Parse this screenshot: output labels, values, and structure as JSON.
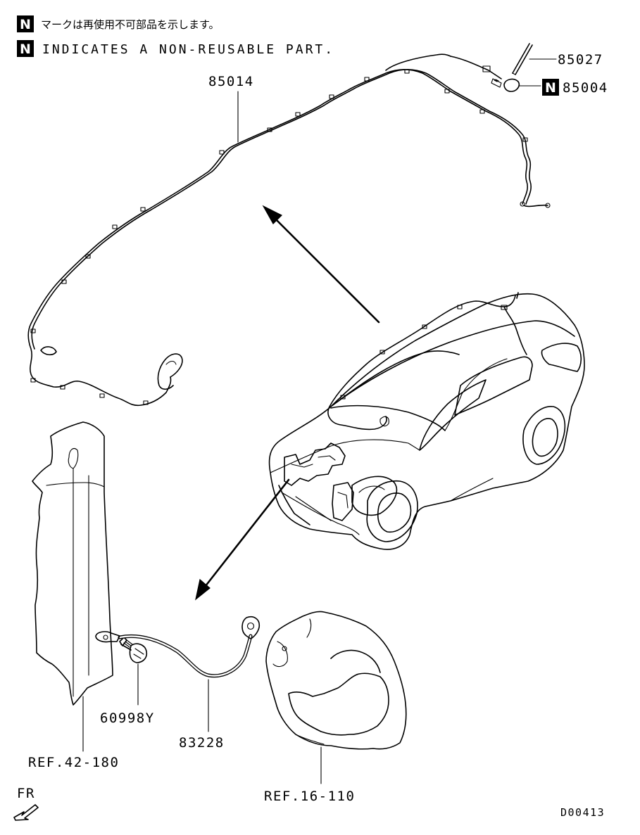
{
  "notes": {
    "badge": "N",
    "japanese": "マークは再使用不可部品を示します。",
    "english": "INDICATES A NON-REUSABLE PART."
  },
  "parts": {
    "p85027": "85027",
    "p85004": "85004",
    "p85014": "85014",
    "p60998y": "60998Y",
    "p83228": "83228",
    "ref42": "REF.42-180",
    "ref16": "REF.16-110"
  },
  "orientation": {
    "front_label": "FR"
  },
  "drawing_code": "D00413"
}
